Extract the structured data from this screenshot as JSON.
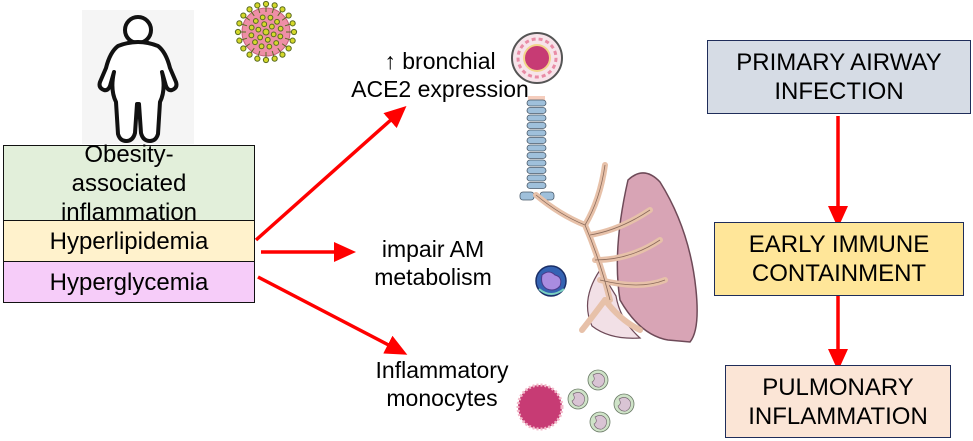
{
  "left_panel": {
    "person_icon": "obese-person-icon",
    "virus_icon": "coronavirus-icon",
    "conditions": [
      {
        "label": "Obesity-associated inflammation",
        "color": "#e2efda"
      },
      {
        "label": "Hyperlipidemia",
        "color": "#fff2cc"
      },
      {
        "label": "Hyperglycemia",
        "color": "#f6ccf9"
      }
    ]
  },
  "effects": [
    {
      "line1": "↑ bronchial",
      "line2": "ACE2 expression",
      "icon": "bronchus-cross-section-icon"
    },
    {
      "line1": "impair AM",
      "line2": "metabolism",
      "icon": "alveolar-macrophage-icon"
    },
    {
      "line1": "Inflammatory",
      "line2": "monocytes",
      "icon": "monocytes-icon"
    }
  ],
  "center_illustration": "lung-airway-icon",
  "arrow_color": "#ff0000",
  "flow": [
    {
      "line1": "PRIMARY AIRWAY",
      "line2": "INFECTION",
      "color": "#d6dce5"
    },
    {
      "line1": "EARLY IMMUNE",
      "line2": "CONTAINMENT",
      "color": "#ffe699"
    },
    {
      "line1": "PULMONARY",
      "line2": "INFLAMMATION",
      "color": "#fbe5d6"
    }
  ]
}
